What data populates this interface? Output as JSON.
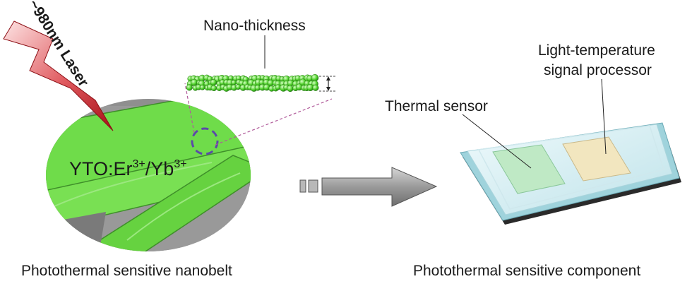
{
  "laser": {
    "label": "~980nm Laser",
    "color_light": "#f7c6c6",
    "color_dark": "#b3121b"
  },
  "nanobelt": {
    "formula_base": "YTO:Er",
    "formula_sup1": "3+",
    "formula_mid": "/Yb",
    "formula_sup2": "3+",
    "thickness_label": "Nano-thickness",
    "color_green": "#6fdc4a",
    "color_gray": "#8f8f8f"
  },
  "component": {
    "thermal_sensor_label": "Thermal sensor",
    "processor_label_line1": "Light-temperature",
    "processor_label_line2": "signal processor",
    "sensor_color": "#bfe9c5",
    "processor_color": "#f2e6bf"
  },
  "captions": {
    "left": "Photothermal sensitive nanobelt",
    "right": "Photothermal sensitive component"
  }
}
